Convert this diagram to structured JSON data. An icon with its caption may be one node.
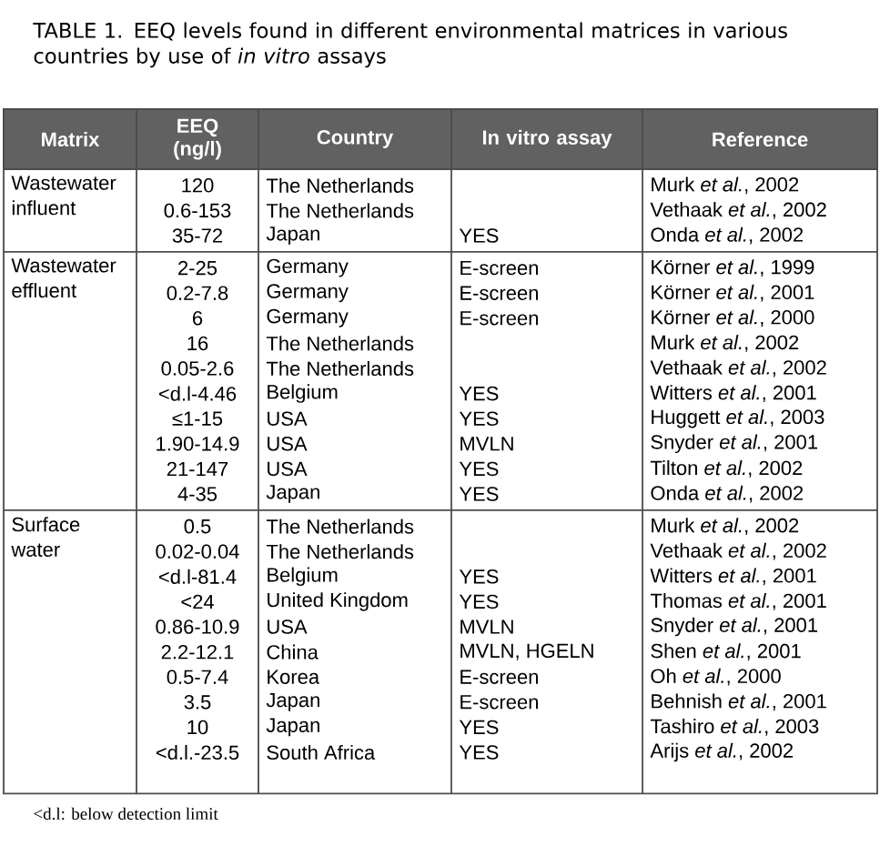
{
  "diagram": {
    "title": "TABLE 1. EEQ levels found in different environmental matrices in various countries by use of *in vitro* assays",
    "caption": "<d.l: below detection limit",
    "labels": [
      "Matrix",
      "EEQ (ng/l)",
      "Country",
      "In vitro assay",
      "Reference",
      "Wastewater influent",
      "120",
      "The Netherlands",
      "Murk *et al.*, 2002",
      "0.6-153",
      "The Netherlands",
      "Vethaak *et al.*, 2002",
      "35-72",
      "Japan",
      "YES",
      "Onda *et al.*, 2002",
      "Wastewater effluent",
      "2-25",
      "Germany",
      "E-screen",
      "Körner *et al.*, 1999",
      "0.2-7.8",
      "Germany",
      "E-screen",
      "Körner *et al.*, 2001",
      "6",
      "Germany",
      "E-screen",
      "Körner *et al.*, 2000",
      "16",
      "The Netherlands",
      "Murk *et al.*, 2002",
      "0.05-2.6",
      "The Netherlands",
      "Vethaak *et al.*, 2002",
      "<d.l-4.46",
      "Belgium",
      "YES",
      "Witters *et al.*, 2001",
      "≤1-15",
      "USA",
      "YES",
      "Huggett *et al.*, 2003",
      "1.90-14.9",
      "USA",
      "MVLN",
      "Snyder *et al.*, 2001",
      "21-147",
      "USA",
      "YES",
      "Tilton *et al.*, 2002",
      "4-35",
      "Japan",
      "YES",
      "Onda *et al.*, 2002",
      "Surface water",
      "0.5",
      "The Netherlands",
      "Murk *et al.*, 2002",
      "0.02-0.04",
      "The Netherlands",
      "Vethaak *et al.*, 2002",
      "<d.l-81.4",
      "Belgium",
      "YES",
      "Witters *et al.*, 2001",
      "<24",
      "United Kingdom",
      "YES",
      "Thomas *et al.*, 2001",
      "0.86-10.9",
      "USA",
      "MVLN",
      "Snyder *et al.*, 2001",
      "2.2-12.1",
      "China",
      "MVLN, HGELN",
      "Shen *et al.*, 2001",
      "0.5-7.4",
      "Korea",
      "E-screen",
      "Oh *et al.*, 2000",
      "3.5",
      "Japan",
      "E-screen",
      "Behnish *et al.*, 2001",
      "10",
      "Japan",
      "YES",
      "Tashiro *et al.*, 2003",
      "<d.l.-23.5",
      "South Africa",
      "YES",
      "Arijs *et al.*, 2002"
    ]
  }
}
